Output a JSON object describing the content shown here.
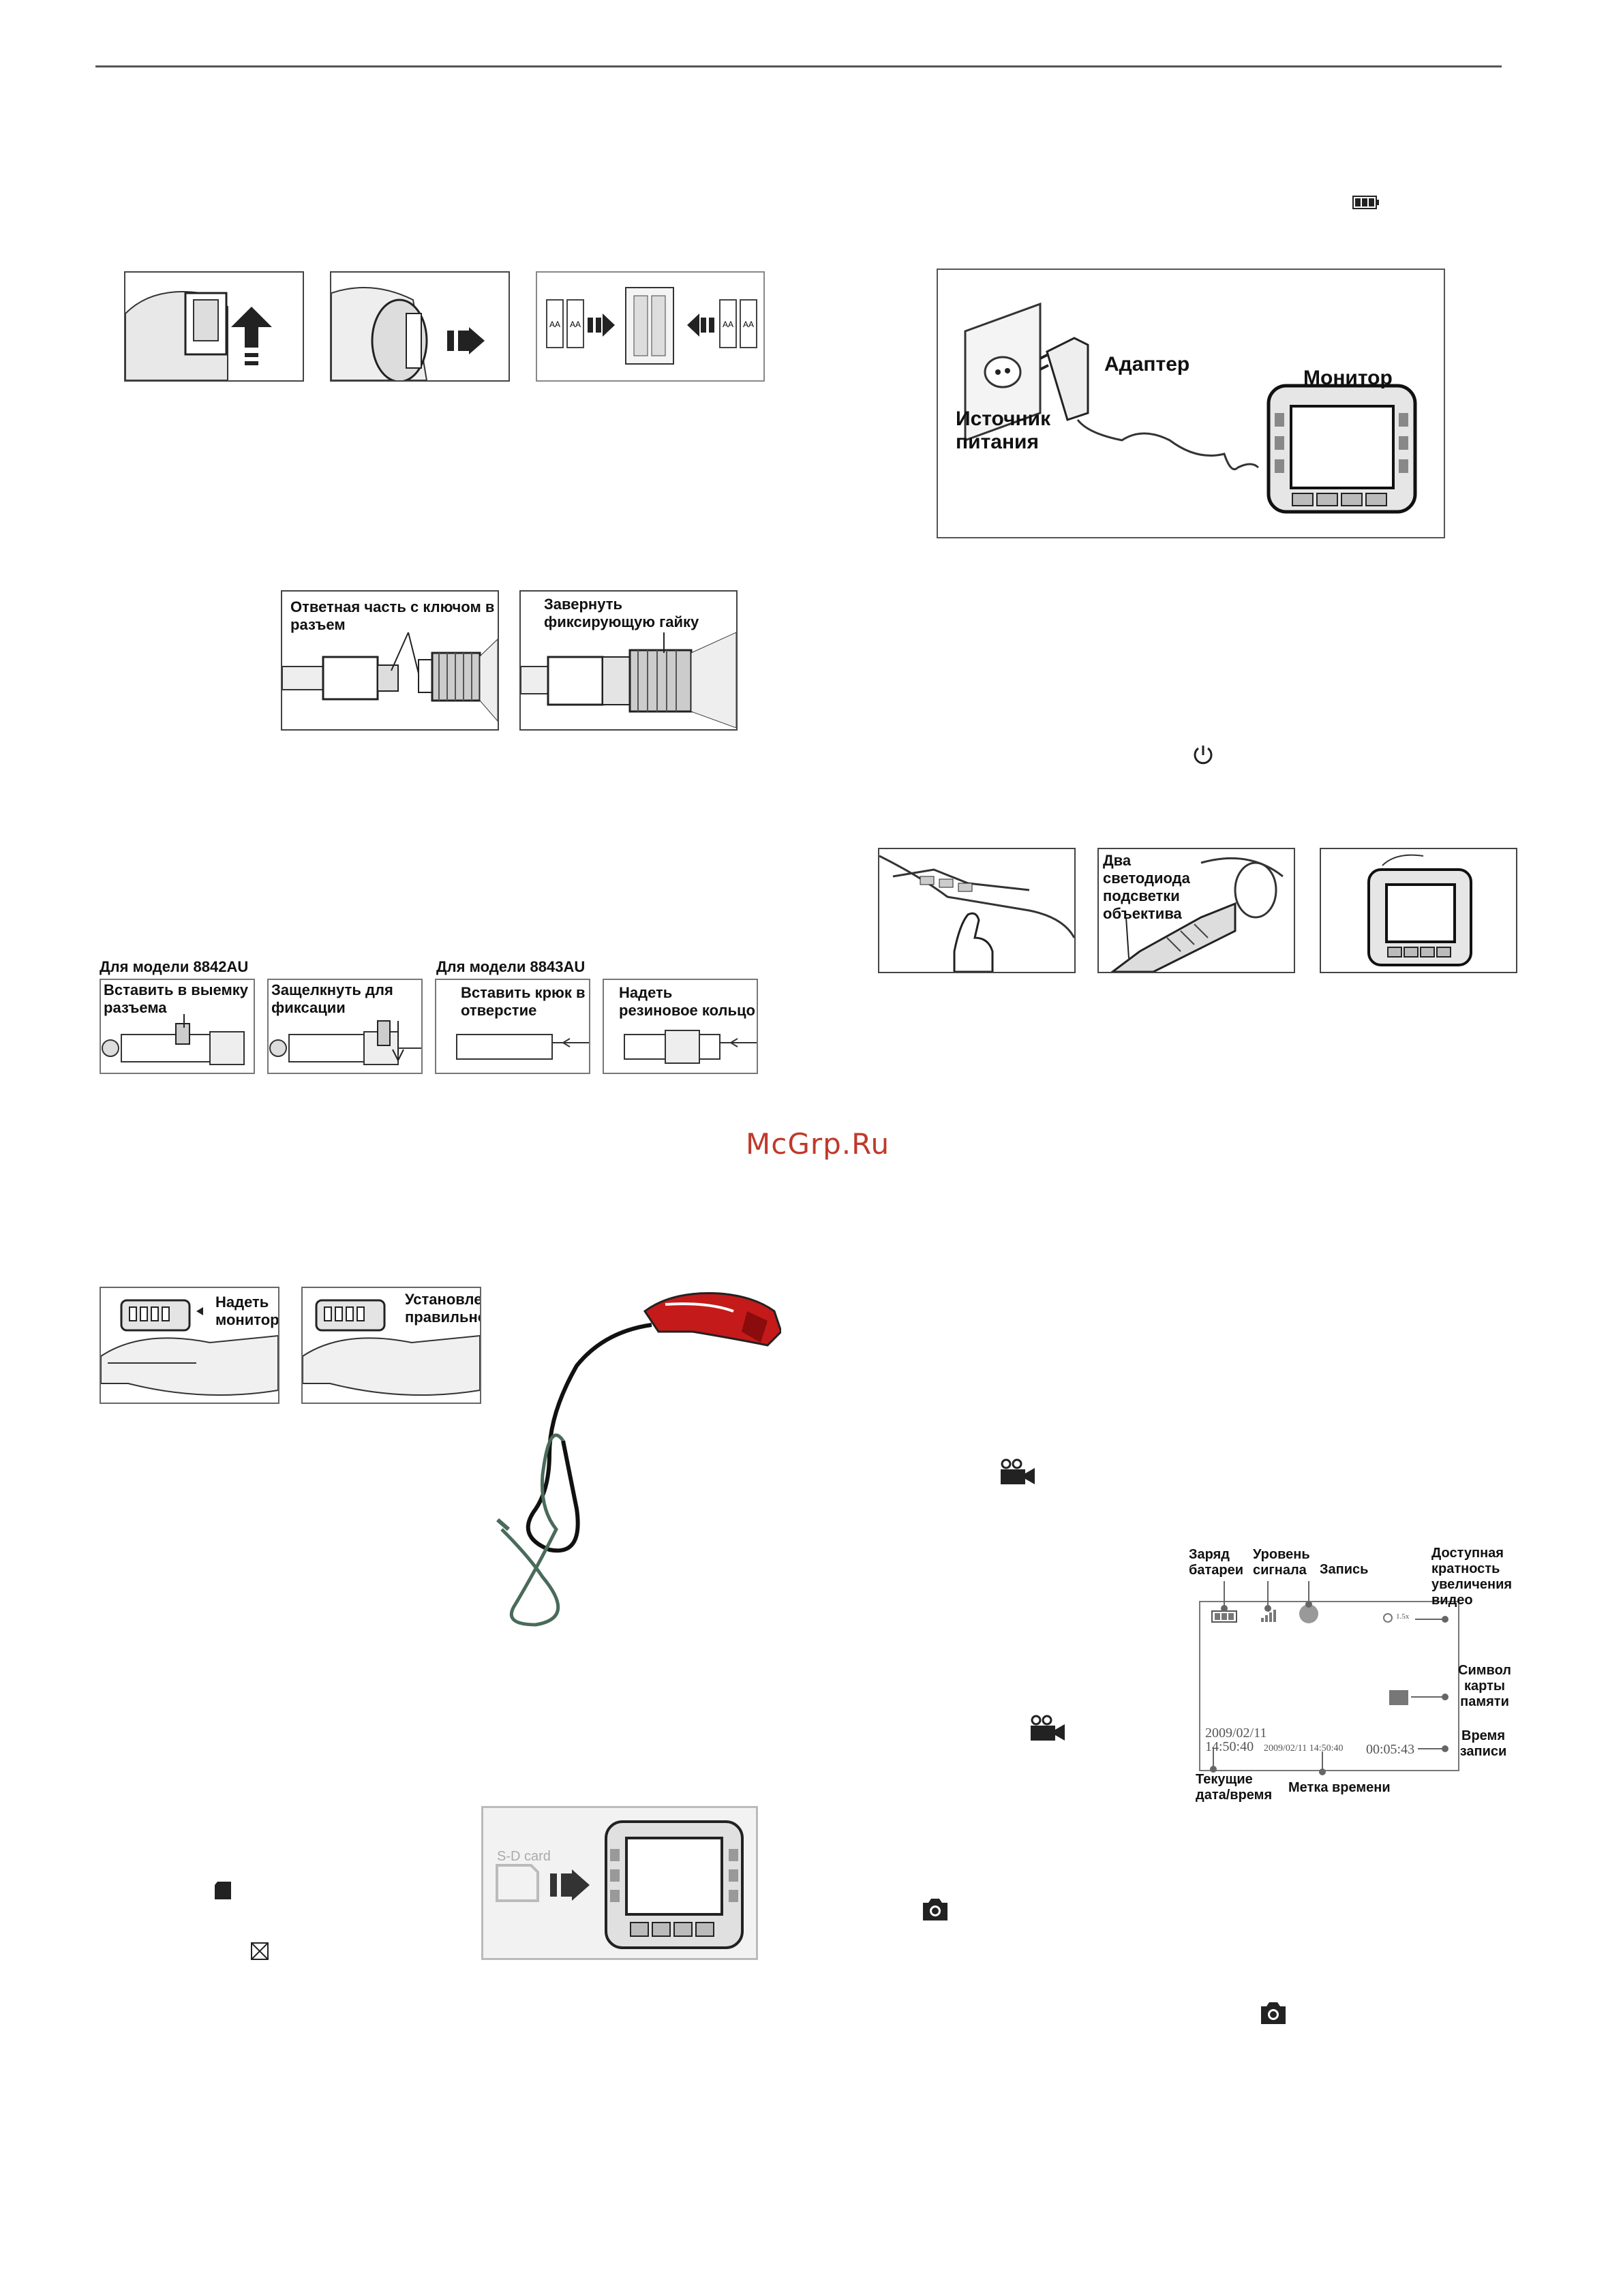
{
  "watermark": "McGrp.Ru",
  "connector": {
    "left_label": "Ответная часть с ключом в разъем",
    "right_label": "Завернуть фиксирующую гайку"
  },
  "power": {
    "source_label": "Источник питания",
    "adapter_label": "Адаптер",
    "monitor_label": "Монитор"
  },
  "light": {
    "leds_label": "Два светодиода подсветки объектива"
  },
  "models": {
    "model_a": "Для модели 8842AU",
    "model_b": "Для модели 8843AU",
    "step1": "Вставить в выемку разъема",
    "step2": "Защелкнуть для фиксации",
    "step3": "Вставить крюк в отверстие",
    "step4": "Надеть резиновое кольцо"
  },
  "monitor_mount": {
    "put_label": "Надеть монитор",
    "ok_label": "Установлен правильно"
  },
  "sd": {
    "card_label": "S-D card"
  },
  "screen": {
    "battery_label": "Заряд батареи",
    "signal_label": "Уровень сигнала",
    "record_label": "Запись",
    "zoom_label": "Доступная кратность увеличения видео",
    "zoom_value": "1.5x",
    "card_label": "Символ карты памяти",
    "date_value": "2009/02/11",
    "time_value": "14:50:40",
    "stamp_value": "2009/02/11 14:50:40",
    "rec_time_value": "00:05:43",
    "rec_time_label": "Время записи",
    "datetime_label": "Текущие дата/время",
    "timestamp_label": "Метка времени"
  },
  "icons": [
    "battery-icon",
    "power-icon",
    "video-camera-icon",
    "photo-camera-icon",
    "sd-card-icon",
    "no-card-icon"
  ]
}
